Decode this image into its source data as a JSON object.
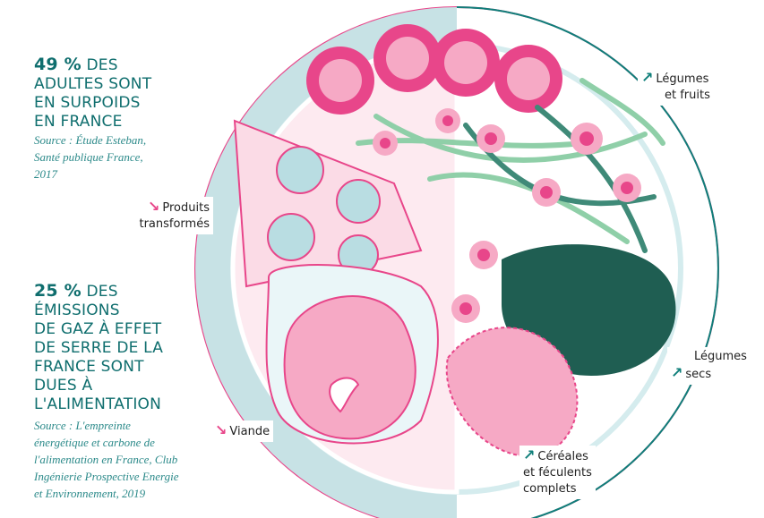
{
  "stats": [
    {
      "value": "49 %",
      "text_lines": [
        "DES",
        "ADULTES SONT",
        "EN SURPOIDS",
        "EN FRANCE"
      ],
      "source_lines": [
        "Source : Étude Esteban,",
        "Santé publique France,",
        "2017"
      ]
    },
    {
      "value": "25 %",
      "text_lines": [
        "DES",
        "ÉMISSIONS",
        "DE GAZ À EFFET",
        "DE SERRE DE LA",
        "FRANCE SONT",
        "DUES À",
        "L'ALIMENTATION"
      ],
      "source_lines": [
        "Source : L'empreinte",
        "énergétique et carbone de",
        "l'alimentation en France, Club",
        "Ingénierie Prospective Energie",
        "et Environnement, 2019"
      ]
    }
  ],
  "labels": {
    "produits": [
      "Produits",
      "transformés"
    ],
    "viande": [
      "Viande"
    ],
    "legumes_fruits": [
      "Légumes",
      "et fruits"
    ],
    "legumes_secs": [
      "Légumes",
      "secs"
    ],
    "cereales": [
      "Céréales",
      "et féculents",
      "complets"
    ]
  },
  "arrows": {
    "down": "↘",
    "up": "↗"
  },
  "colors": {
    "teal": "#0f6e6e",
    "pink": "#e8468a",
    "plate_blue": "#c7e2e5"
  }
}
